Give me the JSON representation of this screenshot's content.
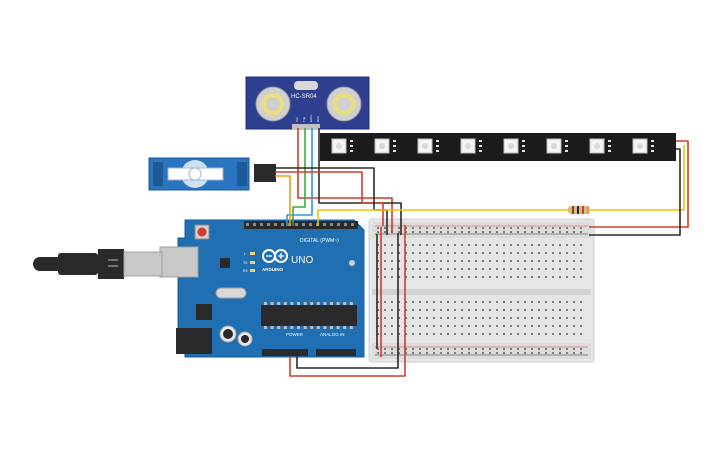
{
  "components": {
    "sensor": {
      "label": "HC-SR04",
      "pins": [
        "Vcc",
        "Trig",
        "Echo",
        "Gnd"
      ],
      "body_color": "#2f3f8f"
    },
    "arduino": {
      "logo": "ARDUINO",
      "model": "UNO",
      "digital_header": "DIGITAL (PWM~)",
      "power_header": "POWER",
      "analog_header": "ANALOG IN",
      "leds": [
        "TX",
        "RX",
        "L"
      ],
      "board_color": "#1f6fb2"
    },
    "servo": {
      "body_color": "#2b74c0"
    },
    "led_strip": {
      "pixel_count": 8,
      "body_color": "#1b1b1b"
    },
    "breadboard": {
      "body_color": "#e9e9e9"
    },
    "usb_cable": {
      "color": "#2a2a2a"
    }
  },
  "wire_colors": {
    "red": "#d43b2a",
    "black": "#2a2a2a",
    "yellow": "#f3c400",
    "green": "#3aa84a",
    "blue": "#2a9bd8",
    "orange": "#f19a1a"
  }
}
